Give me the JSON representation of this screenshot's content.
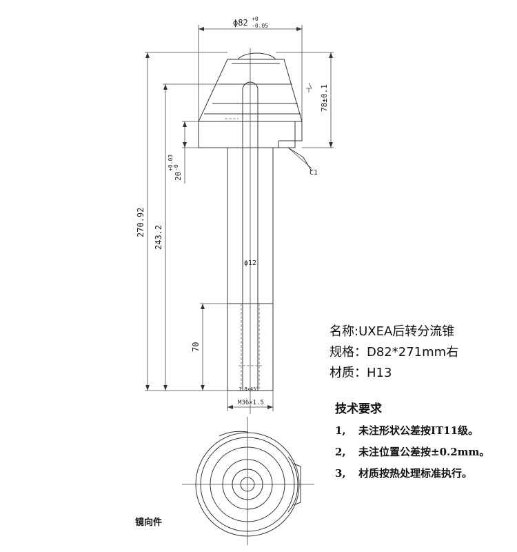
{
  "dimensions": {
    "top_diameter": "ϕ82",
    "top_diameter_tol_upper": "+0",
    "top_diameter_tol_lower": "-0.05",
    "total_length": "270.92",
    "shaft_length": "243.2",
    "head_height": "78±0.1",
    "flange": "20",
    "flange_tol_upper": "+0.03",
    "flange_tol_lower": "-0",
    "bore": "ϕ12",
    "thread_length": "70",
    "thread_spec": "M36×1.5",
    "chamfer": "C1",
    "thread_callout": "1.8x45°"
  },
  "spec": {
    "name": "名称:UXEA后转分流锥",
    "size": "规格：D82*271mm右",
    "material": "材质：H13"
  },
  "tech": {
    "title": "技术要求",
    "items": [
      {
        "num": "1,",
        "text": "未注形状公差按IT11级。"
      },
      {
        "num": "2,",
        "text": "未注位置公差按±0.2mm。"
      },
      {
        "num": "3,",
        "text": "材质按热处理标准执行。"
      }
    ]
  },
  "bottom_label": "镜向件"
}
